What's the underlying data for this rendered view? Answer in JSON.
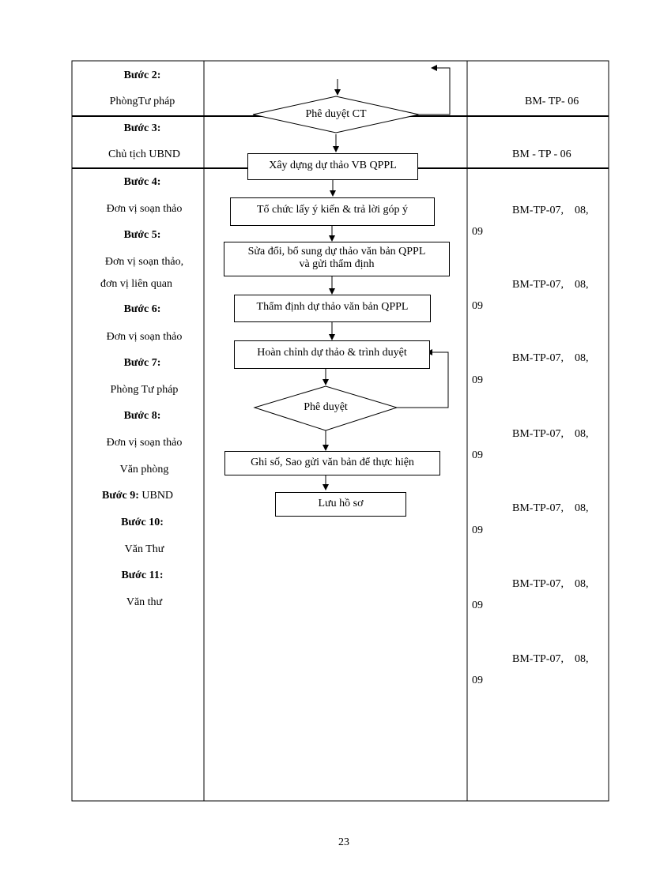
{
  "steps": [
    {
      "title": "Bước 2:",
      "unit": "PhòngTư pháp"
    },
    {
      "title": "Bước 3:",
      "unit": "Chủ tịch UBND"
    },
    {
      "title": "Bước 4:",
      "unit": "Đơn vị soạn thảo"
    },
    {
      "title": "Bước 5:",
      "unit_line1": "Đơn vị soạn thảo,",
      "unit_line2": "đơn vị liên quan"
    },
    {
      "title": "Bước 6:",
      "unit": "Đơn vị soạn thảo"
    },
    {
      "title": "Bước 7:",
      "unit": "Phòng Tư pháp"
    },
    {
      "title": "Bước 8:",
      "unit_line1": "Đơn vị soạn thảo",
      "unit_line2": "Văn phòng"
    },
    {
      "title": "Bước 9:",
      "unit": "UBND"
    },
    {
      "title": "Bước 10:",
      "unit": "Văn Thư"
    },
    {
      "title": "Bước 11:",
      "unit": "Văn thư"
    }
  ],
  "flow": {
    "approve_ct": "Phê duyệt CT",
    "draft": "Xây dựng dự thảo VB QPPL",
    "collect": "Tổ chức lấy ý kiến & trả lời góp ý",
    "revise_line1": "Sửa đổi, bổ sung  dự thảo văn bản QPPL",
    "revise_line2": "và gửi thẩm định",
    "appraise": "Thẩm định dự thảo văn bản QPPL",
    "finalize": "Hoàn chỉnh dự thảo & trình duyệt",
    "approve": "Phê duyệt",
    "record": "Ghi số, Sao gửi văn bản để thực hiện",
    "archive": "Lưu hồ sơ"
  },
  "forms": {
    "f1": "BM- TP- 06",
    "f2": "BM - TP - 06",
    "f_main": "BM-TP-07,    08,",
    "f_tail": "09"
  },
  "page_number": "23"
}
